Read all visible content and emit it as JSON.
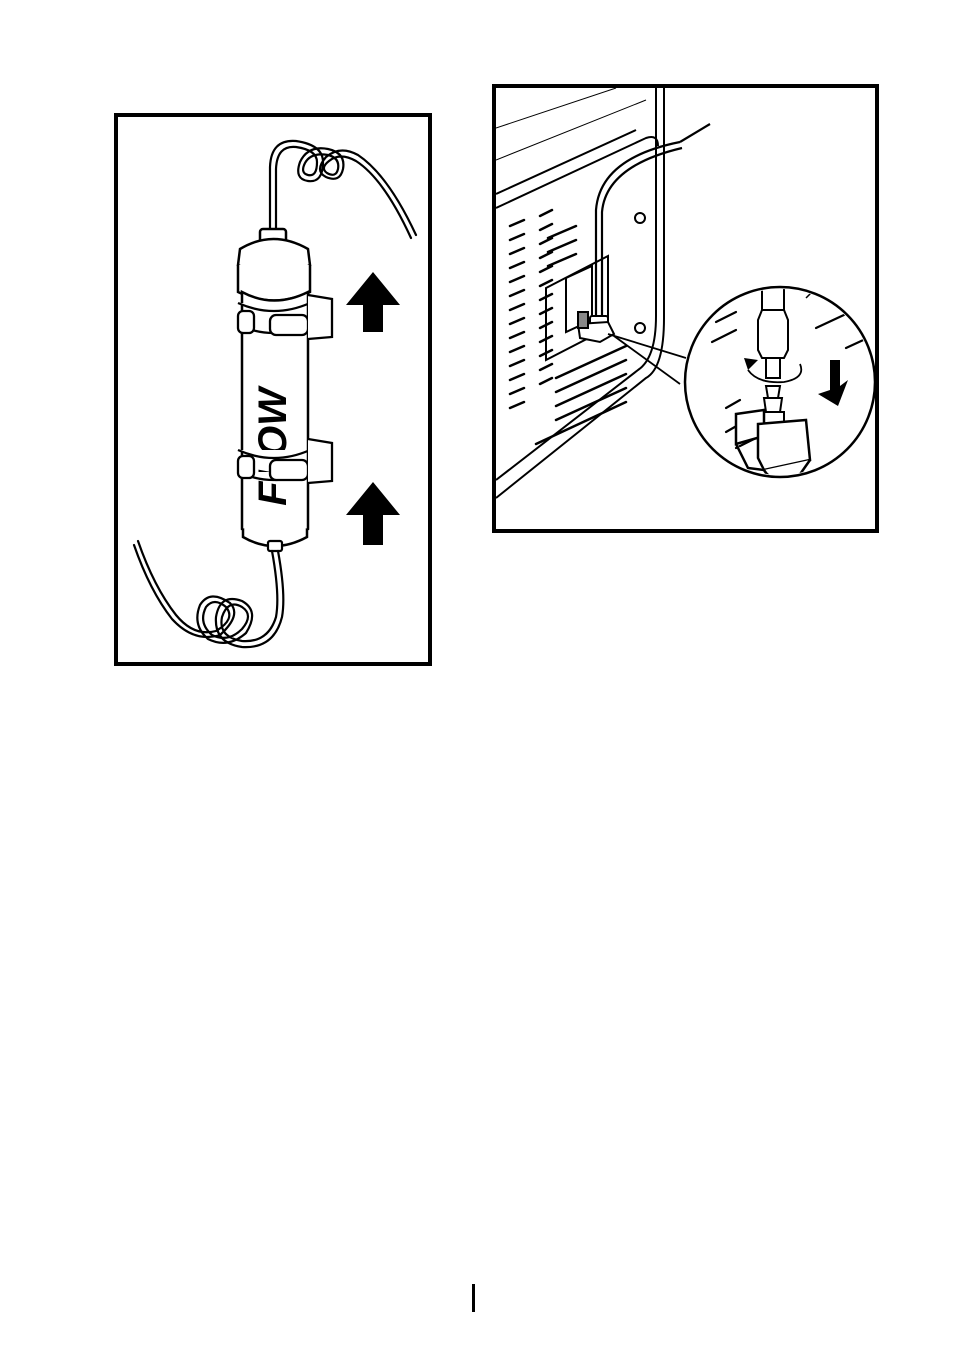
{
  "filter_figure": {
    "label": "FLOW",
    "direction": "up"
  },
  "connection_figure": {
    "rotation": "clockwise",
    "push_direction": "down"
  },
  "colors": {
    "ink": "#000000",
    "paper": "#ffffff",
    "shade": "#bfbfbf"
  }
}
